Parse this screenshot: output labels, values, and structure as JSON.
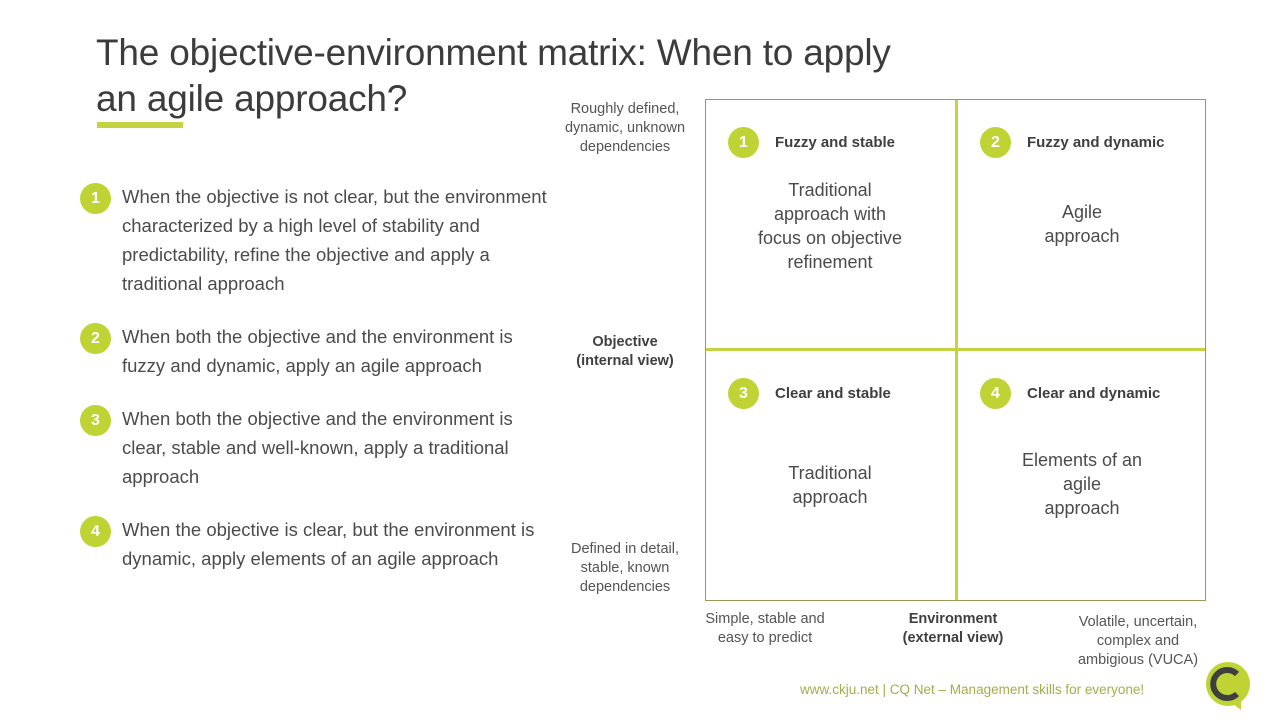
{
  "slide": {
    "title": "The objective-environment matrix: When to apply\nan agile approach?",
    "accent_color": "#c3d343",
    "badge_color": "#bfd334",
    "text_color": "#4b4b4b"
  },
  "bullets": [
    {
      "number": "1",
      "text": "When the objective is not clear, but the environment characterized by a high level of stability and predictability, refine the objective and apply a traditional approach"
    },
    {
      "number": "2",
      "text": "When both the objective and the environment is fuzzy and dynamic, apply an agile approach"
    },
    {
      "number": "3",
      "text": "When both the objective and the environment is clear, stable and well-known, apply a traditional approach"
    },
    {
      "number": "4",
      "text": "When the objective is clear, but the environment is dynamic, apply elements of an agile approach"
    }
  ],
  "matrix": {
    "quadrants": [
      {
        "number": "1",
        "title": "Fuzzy and stable",
        "body": "Traditional\napproach with\nfocus on objective\nrefinement"
      },
      {
        "number": "2",
        "title": "Fuzzy and dynamic",
        "body": "Agile\napproach"
      },
      {
        "number": "3",
        "title": "Clear and stable",
        "body": "Traditional\napproach"
      },
      {
        "number": "4",
        "title": "Clear and dynamic",
        "body": "Elements of an\nagile\napproach"
      }
    ],
    "axes": {
      "y_top": "Roughly defined,\ndynamic, unknown\ndependencies",
      "y_title": "Objective\n(internal view)",
      "y_bottom": "Defined in detail,\nstable, known\ndependencies",
      "x_left": "Simple, stable and\neasy to predict",
      "x_title": "Environment\n(external view)",
      "x_right": "Volatile, uncertain,\ncomplex and\nambigious (VUCA)"
    }
  },
  "footer": {
    "credit": "www.ckju.net  | CQ Net – Management skills for everyone!",
    "credit_color": "#a3ad4a",
    "logo_letter": "C"
  }
}
